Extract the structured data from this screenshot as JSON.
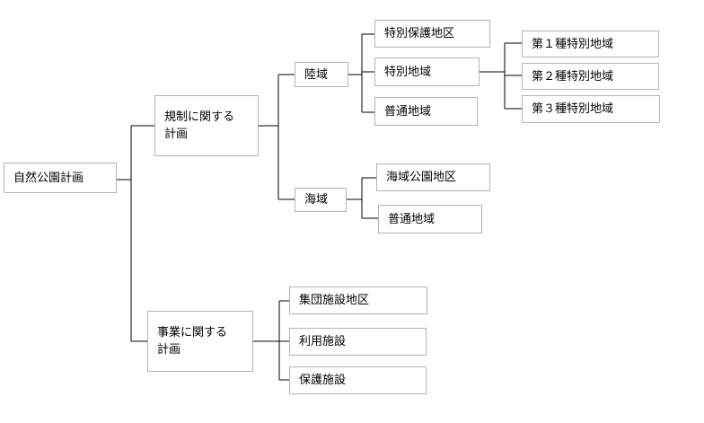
{
  "colors": {
    "background": "#ffffff",
    "node_border": "#b4b4b4",
    "connector": "#000000",
    "text": "#000000"
  },
  "root": {
    "label": "自然公園計画"
  },
  "regulation": {
    "label": "規制に関する\n計画",
    "land": {
      "label": "陸域",
      "special_protection": "特別保護地区",
      "special_area": "特別地域",
      "ordinary_area": "普通地域",
      "class1": "第１種特別地域",
      "class2": "第２種特別地域",
      "class3": "第３種特別地域"
    },
    "sea": {
      "label": "海域",
      "marine_park": "海域公園地区",
      "ordinary_area": "普通地域"
    }
  },
  "project": {
    "label": "事業に関する\n計画",
    "group_facility_area": "集団施設地区",
    "use_facility": "利用施設",
    "protection_facility": "保護施設"
  }
}
